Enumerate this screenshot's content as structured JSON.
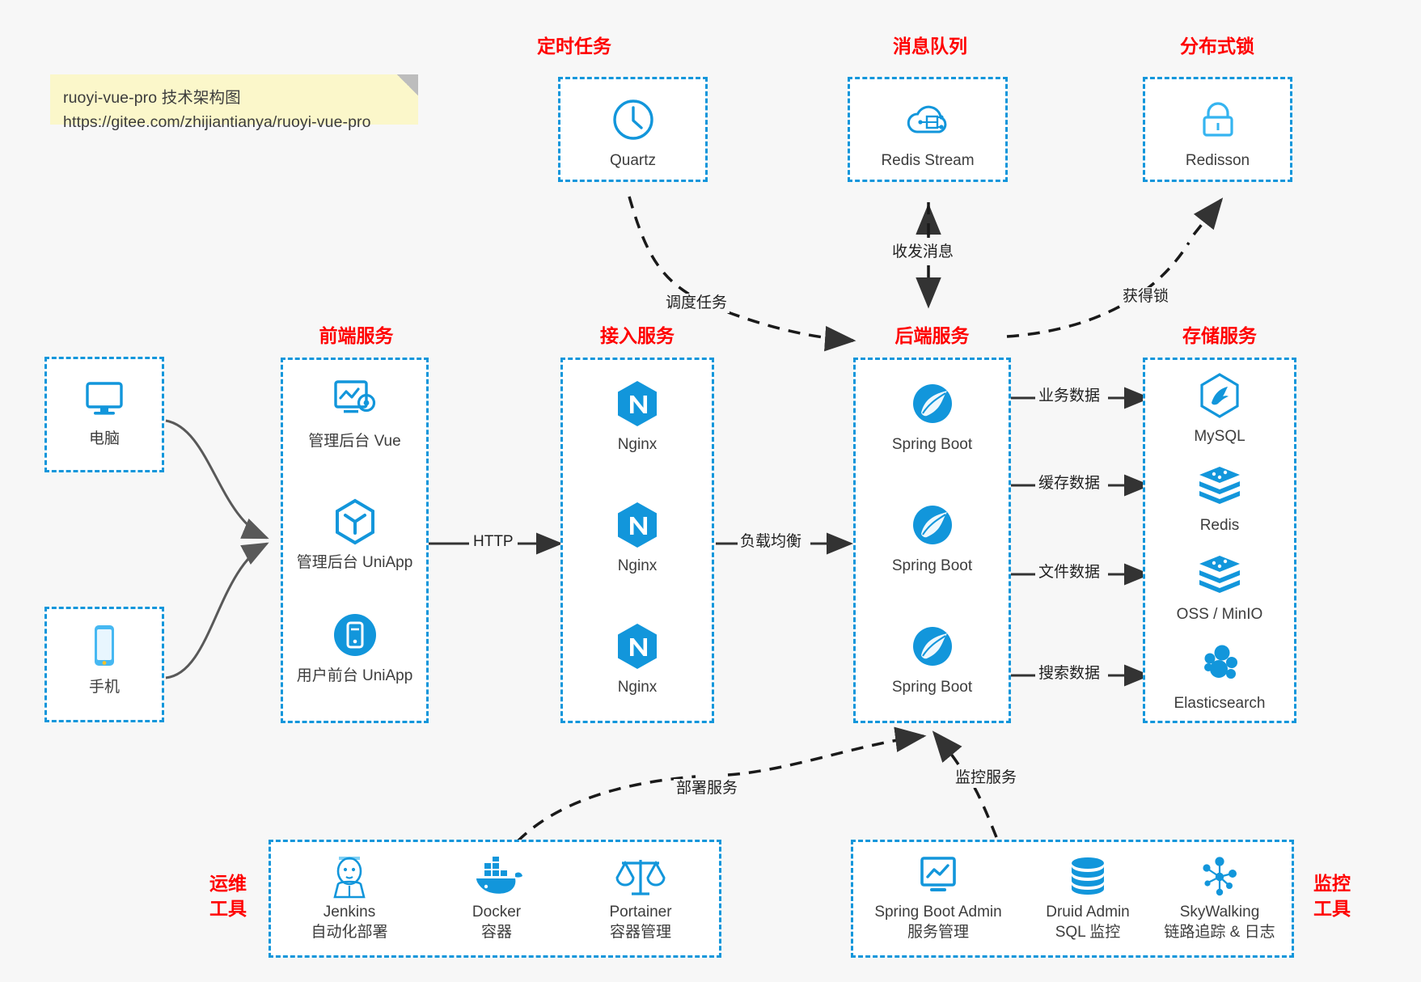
{
  "note": {
    "line1": "ruoyi-vue-pro 技术架构图",
    "line2": "https://gitee.com/zhijiantianya/ruoyi-vue-pro"
  },
  "colors": {
    "box_border": "#1296db",
    "group_title": "#ff0000",
    "icon": "#1296db",
    "background": "#f7f7f7",
    "note_bg": "#fbf7ca",
    "arrow_solid": "#333333",
    "arrow_curve": "#555555"
  },
  "groups": {
    "scheduled_task": {
      "title": "定时任务",
      "nodes": [
        {
          "label": "Quartz",
          "icon": "clock-icon"
        }
      ]
    },
    "message_queue": {
      "title": "消息队列",
      "nodes": [
        {
          "label": "Redis Stream",
          "icon": "cloud-stream-icon"
        }
      ]
    },
    "distributed_lock": {
      "title": "分布式锁",
      "nodes": [
        {
          "label": "Redisson",
          "icon": "lock-icon"
        }
      ]
    },
    "clients": {
      "pc": {
        "label": "电脑",
        "icon": "monitor-icon"
      },
      "mobile": {
        "label": "手机",
        "icon": "phone-icon"
      }
    },
    "frontend": {
      "title": "前端服务",
      "nodes": [
        {
          "label": "管理后台 Vue",
          "icon": "dashboard-gear-icon"
        },
        {
          "label": "管理后台 UniApp",
          "icon": "cube-icon"
        },
        {
          "label": "用户前台 UniApp",
          "icon": "mobile-app-icon"
        }
      ]
    },
    "gateway": {
      "title": "接入服务",
      "nodes": [
        {
          "label": "Nginx",
          "icon": "nginx-icon"
        },
        {
          "label": "Nginx",
          "icon": "nginx-icon"
        },
        {
          "label": "Nginx",
          "icon": "nginx-icon"
        }
      ]
    },
    "backend": {
      "title": "后端服务",
      "nodes": [
        {
          "label": "Spring Boot",
          "icon": "spring-boot-icon"
        },
        {
          "label": "Spring Boot",
          "icon": "spring-boot-icon"
        },
        {
          "label": "Spring Boot",
          "icon": "spring-boot-icon"
        }
      ]
    },
    "storage": {
      "title": "存储服务",
      "nodes": [
        {
          "label": "MySQL",
          "icon": "mysql-icon"
        },
        {
          "label": "Redis",
          "icon": "redis-icon"
        },
        {
          "label": "OSS / MinIO",
          "icon": "minio-icon"
        },
        {
          "label": "Elasticsearch",
          "icon": "elasticsearch-icon"
        }
      ]
    },
    "devops": {
      "title_line1": "运维",
      "title_line2": "工具",
      "nodes": [
        {
          "label": "Jenkins",
          "sublabel": "自动化部署",
          "icon": "jenkins-icon"
        },
        {
          "label": "Docker",
          "sublabel": "容器",
          "icon": "docker-icon"
        },
        {
          "label": "Portainer",
          "sublabel": "容器管理",
          "icon": "scales-icon"
        }
      ]
    },
    "monitoring": {
      "title_line1": "监控",
      "title_line2": "工具",
      "nodes": [
        {
          "label": "Spring Boot Admin",
          "sublabel": "服务管理",
          "icon": "monitor-chart-icon"
        },
        {
          "label": "Druid Admin",
          "sublabel": "SQL 监控",
          "icon": "database-icon"
        },
        {
          "label": "SkyWalking",
          "sublabel": "链路追踪 & 日志",
          "icon": "skywalking-icon"
        }
      ]
    }
  },
  "edges": [
    {
      "id": "schedule",
      "label": "调度任务",
      "style": "dashed",
      "from": "scheduled_task",
      "to": "backend"
    },
    {
      "id": "mq",
      "label": "收发消息",
      "style": "dashed",
      "from": "backend",
      "to": "message_queue"
    },
    {
      "id": "lock",
      "label": "获得锁",
      "style": "dashed",
      "from": "backend",
      "to": "distributed_lock"
    },
    {
      "id": "http",
      "label": "HTTP",
      "style": "solid",
      "from": "frontend",
      "to": "gateway"
    },
    {
      "id": "loadbalance",
      "label": "负载均衡",
      "style": "solid",
      "from": "gateway",
      "to": "backend"
    },
    {
      "id": "business",
      "label": "业务数据",
      "style": "solid",
      "from": "backend",
      "to": "storage"
    },
    {
      "id": "cache",
      "label": "缓存数据",
      "style": "solid",
      "from": "backend",
      "to": "storage"
    },
    {
      "id": "file",
      "label": "文件数据",
      "style": "solid",
      "from": "backend",
      "to": "storage"
    },
    {
      "id": "search",
      "label": "搜索数据",
      "style": "solid",
      "from": "backend",
      "to": "storage"
    },
    {
      "id": "deploy",
      "label": "部署服务",
      "style": "dashed",
      "from": "devops",
      "to": "backend"
    },
    {
      "id": "monitor",
      "label": "监控服务",
      "style": "dashed",
      "from": "monitoring",
      "to": "backend"
    }
  ]
}
